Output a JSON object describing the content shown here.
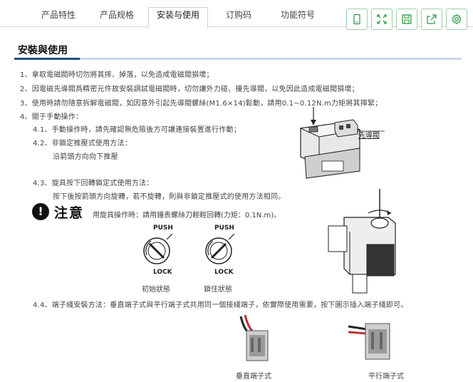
{
  "tabs": [
    {
      "label": "产品特性"
    },
    {
      "label": "产品规格"
    },
    {
      "label": "安装与使用"
    },
    {
      "label": "订购码"
    },
    {
      "label": "功能符号"
    }
  ],
  "active_tab": "安装与使用",
  "toolbar": {
    "icons": [
      "phone-icon",
      "fullscreen-icon",
      "save-icon",
      "share-icon",
      "settings-icon"
    ],
    "accent": "#2e9b45"
  },
  "section": {
    "title": "安裝與使用",
    "lines": [
      "1、拿取電磁閥時切勿將其摔、掉落，以免造成電磁閥損壞；",
      "2、因電磁先導閥爲精密元件故安裝調試電磁閥時，切勿讓外力碰、撞先導閥，以免因此造成電磁閥損壞；",
      "3、使用時請勿隨意拆解電磁閥，如因意外引起先導閥螺絲(M1.6×14)鬆動，請用0.1~0.12N.m力矩將其擰緊；",
      "4、關于手動操作：",
      "4.1、手動操作時，請先確認無危險後方可讓連接裝置進行作動；",
      "4.2、非鎖定推壓式使用方法：",
      "沿箭頭方向向下推壓",
      "4.3、旋具按下回轉鎖定式使用方法：",
      "按下後按箭頭方向旋轉，若不旋轉，則與非鎖定推壓式的使用方法相同。",
      "4.4、端子綫安裝方法：垂直端子式與平行端子式共用同一個接綫端子，依實際使用需要，按下圖示插入端子綫即可。"
    ],
    "notice": {
      "symbol": "!",
      "title": "注意",
      "text": "用旋具操作時：請用鐘表螺絲刀輕輕回轉(力矩：0.1N.m)。"
    },
    "labels": {
      "pilot_valve": "先導閥",
      "push": "PUSH",
      "lock": "LOCK",
      "initial_state": "初始狀態",
      "locked_state": "鎖住狀態",
      "vertical_terminal": "垂直端子式",
      "parallel_terminal": "平行端子式"
    }
  }
}
